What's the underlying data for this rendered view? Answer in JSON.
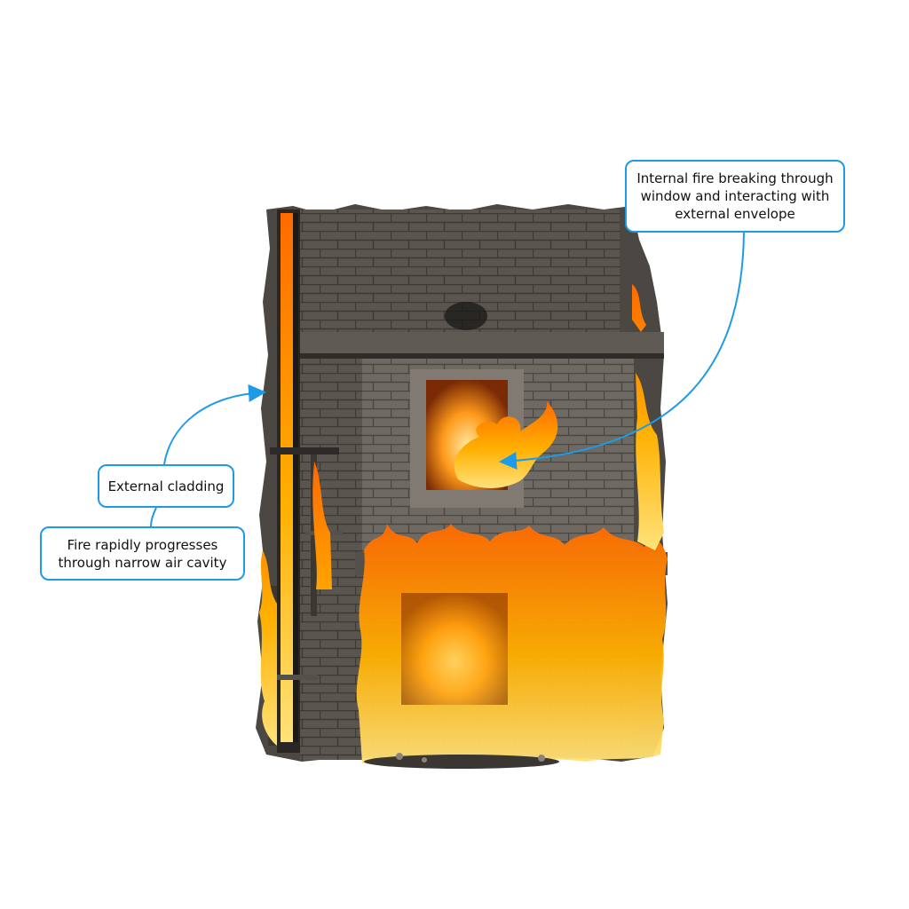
{
  "diagram": {
    "subject": "burning-building-facade",
    "accent_color": "#1e9be6",
    "fire_colors": [
      "#ff7a00",
      "#ffb000",
      "#ffe27a"
    ],
    "callouts": {
      "window_fire": "Internal fire breaking through window and interacting with external envelope",
      "cladding": "External cladding",
      "air_cavity": "Fire rapidly progresses through narrow air cavity"
    }
  }
}
